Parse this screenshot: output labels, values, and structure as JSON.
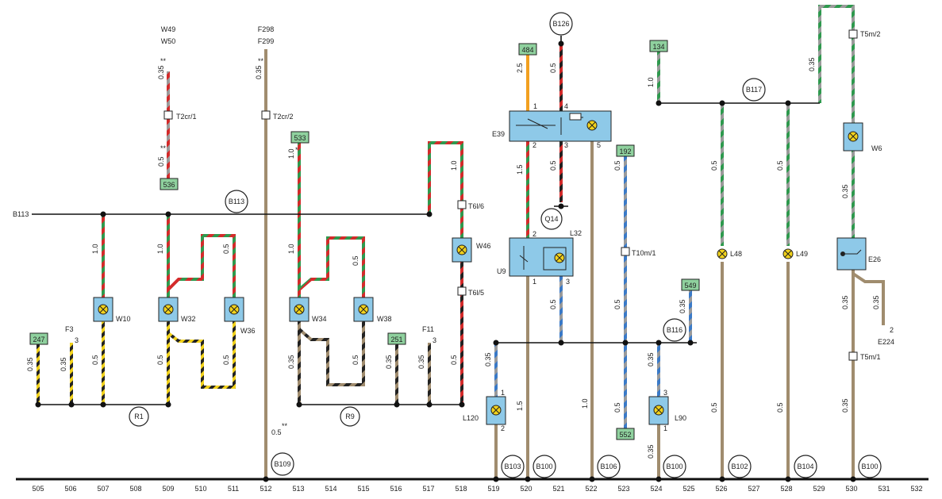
{
  "colors": {
    "red": "#d42b2b",
    "green": "#2e9a4e",
    "grey": "#9a9a9a",
    "brown": "#a08c6e",
    "black": "#222222",
    "yellow": "#f2d21b",
    "blue": "#3a7ac8",
    "comp": "#8ec9e8",
    "tag": "#8fd19e"
  },
  "labels": {
    "w49": "W49",
    "w50": "W50",
    "s035a": "0.35",
    "s05a": "0.5",
    "t2crl": "T2cr/1",
    "c536": "536",
    "f298": "F298",
    "f299": "F299",
    "s035b": "0.35",
    "t2cr2": "T2cr/2",
    "s05b": "0.5",
    "c533": "533",
    "s10a": "1.0",
    "star1": "*",
    "stars2": "**",
    "stars3": "**",
    "stars4": "**",
    "b113l": "B113",
    "b113c": "B113",
    "s10w10": "1.0",
    "s10w32": "1.0",
    "s05w36": "0.5",
    "s10w34": "1.0",
    "s05w38": "0.5",
    "w10": "W10",
    "w32": "W32",
    "w36": "W36",
    "w34": "W34",
    "w38": "W38",
    "c247": "247",
    "f3": "F3",
    "f3n": "3",
    "s035c": "0.35",
    "s035d": "0.35",
    "s05c": "0.5",
    "s05d": "0.5",
    "s05e": "0.5",
    "r1": "R1",
    "r9": "R9",
    "s035e": "0.35",
    "s05f": "0.5",
    "s035f": "0.35",
    "c251": "251",
    "f11": "F11",
    "f11n": "3",
    "s035g": "0.35",
    "s05g": "0.5",
    "s10b": "1.0",
    "t6l6": "T6l/6",
    "w46": "W46",
    "t6l5": "T6l/5",
    "b126": "B126",
    "c484": "484",
    "s25": "2.5",
    "s05h": "0.5",
    "e39": "E39",
    "p1": "1",
    "p4": "4",
    "p2": "2",
    "p3": "3",
    "p5": "5",
    "s15a": "1.5",
    "s05i": "0.5",
    "q14": "Q14",
    "u9": "U9",
    "l32": "L32",
    "u2": "2",
    "u1": "1",
    "u3": "3",
    "s05j": "0.5",
    "s15b": "1.5",
    "s10c": "1.0",
    "c192": "192",
    "s05k": "0.5",
    "t10m1": "T10m/1",
    "s05l": "0.5",
    "s05m": "0.5",
    "c552": "552",
    "c549": "549",
    "s035h": "0.35",
    "b116": "B116",
    "s035i": "0.35",
    "l120": "L120",
    "l1": "1",
    "l2": "2",
    "s035j": "0.35",
    "l90": "L90",
    "l3": "3",
    "l1b": "1",
    "s035k": "0.35",
    "c134": "134",
    "s10d": "1.0",
    "b117": "B117",
    "s05n": "0.5",
    "l48": "L48",
    "s05o": "0.5",
    "s05p": "0.5",
    "l49": "L49",
    "s05q": "0.5",
    "s035l": "0.35",
    "t5m2": "T5m/2",
    "w6": "W6",
    "s035m": "0.35",
    "e26": "E26",
    "s035n": "0.35",
    "s035o": "0.35",
    "e224": "E224",
    "e224n": "2",
    "t5m1": "T5m/1",
    "s035p": "0.35",
    "b109": "B109",
    "b103": "B103",
    "b100a": "B100",
    "b106": "B106",
    "b100b": "B100",
    "b102": "B102",
    "b104": "B104",
    "b100c": "B100"
  },
  "bottom_numbers": [
    "505",
    "506",
    "507",
    "508",
    "509",
    "510",
    "511",
    "512",
    "513",
    "514",
    "515",
    "516",
    "517",
    "518",
    "519",
    "520",
    "521",
    "522",
    "523",
    "524",
    "525",
    "526",
    "527",
    "528",
    "529",
    "530",
    "531",
    "532"
  ]
}
